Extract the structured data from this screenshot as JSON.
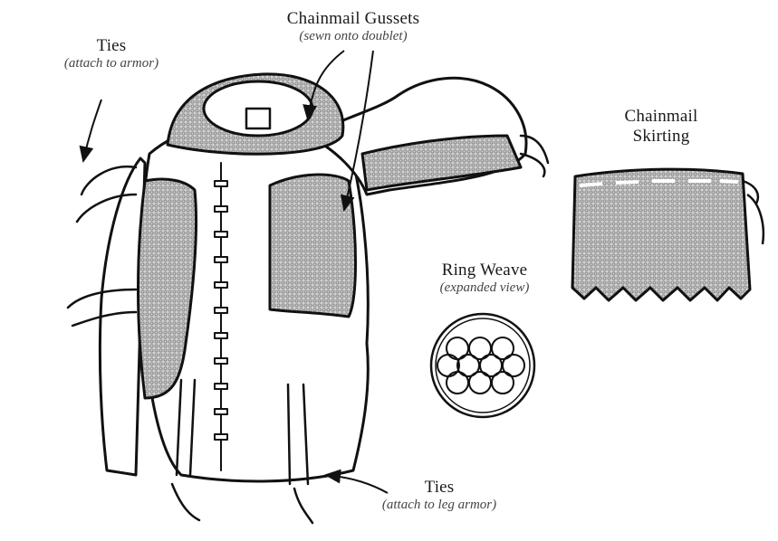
{
  "labels": {
    "gussets": {
      "title": "Chainmail Gussets",
      "note": "(sewn onto doublet)"
    },
    "ties_armor": {
      "title": "Ties",
      "note": "(attach to armor)"
    },
    "skirting": {
      "title_line1": "Chainmail",
      "title_line2": "Skirting"
    },
    "ring_weave": {
      "title": "Ring Weave",
      "note": "(expanded view)"
    },
    "ties_leg": {
      "title": "Ties",
      "note": "(attach to leg armor)"
    }
  },
  "icons": [
    "doublet-illustration",
    "chainmail-skirt-illustration",
    "ring-weave-detail-icon",
    "arrow-icon"
  ]
}
